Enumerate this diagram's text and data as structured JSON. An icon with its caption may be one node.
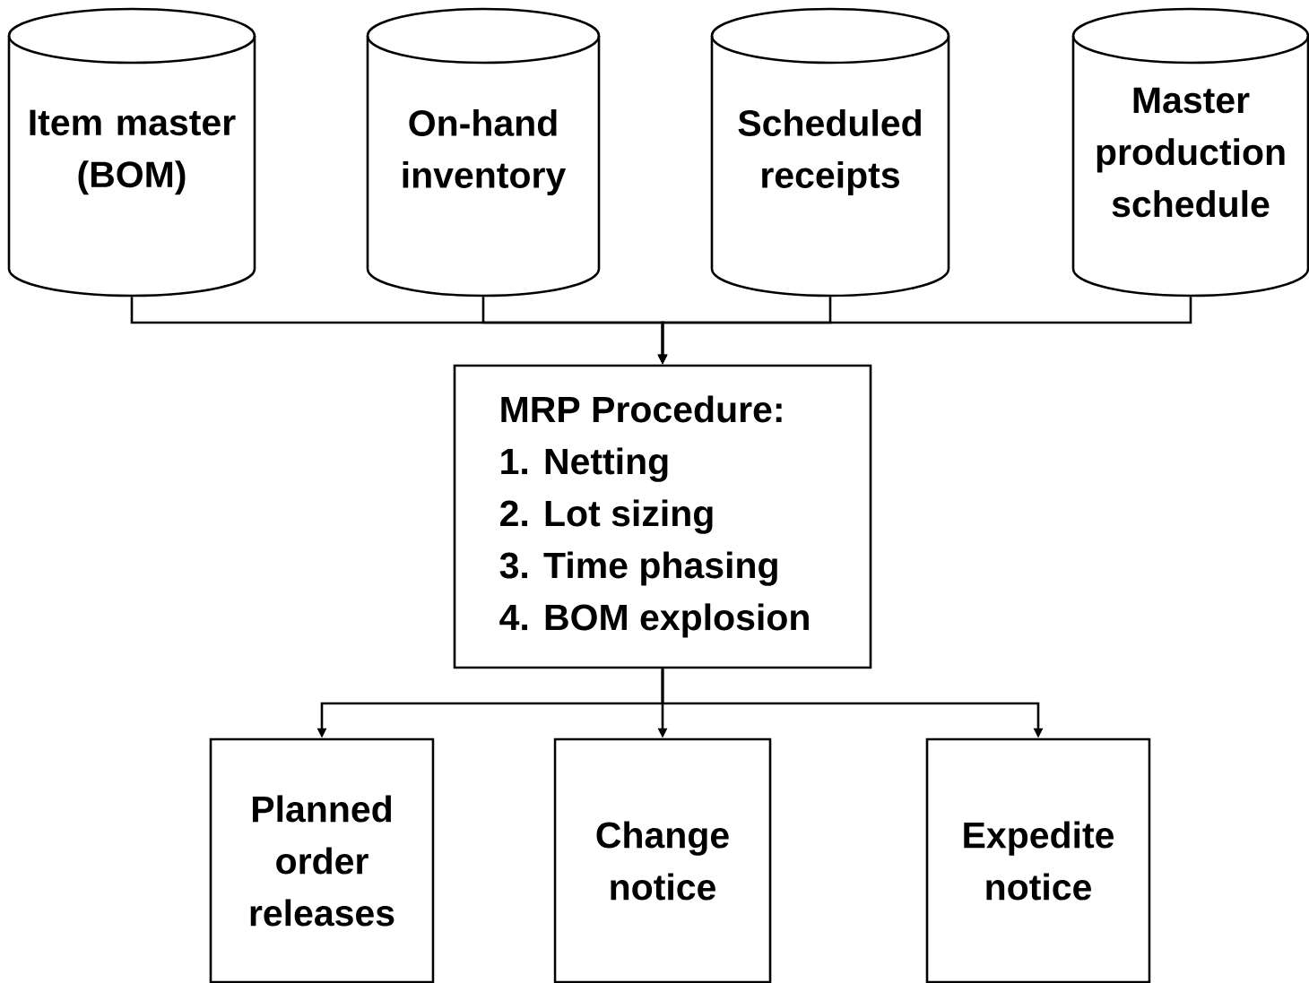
{
  "diagram": {
    "nodes": [
      {
        "text": [
          "Item master (BOM)"
        ]
      },
      {
        "text": [
          "On-hand inventory"
        ]
      },
      {
        "text": [
          "Scheduled receipts"
        ]
      },
      {
        "text": [
          "Master production schedule"
        ]
      },
      {
        "text": [
          "MRP Procedure:",
          "1. Netting",
          "2. Lot sizing",
          "3. Time phasing",
          "4. BOM explosion"
        ]
      },
      {
        "text": [
          "Planned order releases"
        ]
      },
      {
        "text": [
          "Change notice"
        ]
      },
      {
        "text": [
          "Expedite notice"
        ]
      }
    ],
    "edges": [
      {
        "from": 0,
        "to": 4,
        "arrow": "to"
      },
      {
        "from": 1,
        "to": 4,
        "arrow": "to"
      },
      {
        "from": 2,
        "to": 4,
        "arrow": "to"
      },
      {
        "from": 3,
        "to": 4,
        "arrow": "to"
      },
      {
        "from": 4,
        "to": 5,
        "arrow": "to"
      },
      {
        "from": 4,
        "to": 6,
        "arrow": "to"
      },
      {
        "from": 4,
        "to": 7,
        "arrow": "to"
      }
    ]
  }
}
